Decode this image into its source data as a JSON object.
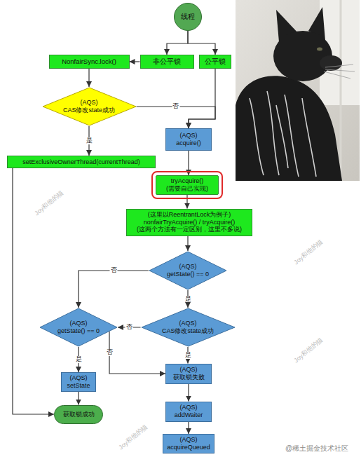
{
  "diagram": {
    "nodes": [
      {
        "text": [
          "线程"
        ]
      },
      {
        "text": [
          "NonfairSync.lock()"
        ]
      },
      {
        "text": [
          "非公平锁"
        ]
      },
      {
        "text": [
          "公平锁"
        ]
      },
      {
        "text": [
          "(AQS)",
          "CAS修改state成功"
        ]
      },
      {
        "text": [
          "setExclusiveOwnerThread(currentThread)"
        ]
      },
      {
        "text": [
          "(AQS)",
          "acquire()"
        ]
      },
      {
        "text": [
          "tryAcquire()",
          "(需要自己实现)"
        ]
      },
      {
        "text": [
          "(这里以ReentrantLock为例子)",
          "nonfairTryAcquire() / tryAcquire()",
          "(这两个方法有一定区别，这里不多说)"
        ]
      },
      {
        "text": [
          "(AQS)",
          "getState() == 0"
        ]
      },
      {
        "text": [
          "(AQS)",
          "getState() == 0"
        ]
      },
      {
        "text": [
          "(AQS)",
          "CAS修改state成功"
        ]
      },
      {
        "text": [
          "(AQS)",
          "setState"
        ]
      },
      {
        "text": [
          "(AQS)",
          "获取锁失败"
        ]
      },
      {
        "text": [
          "获取锁成功"
        ]
      },
      {
        "text": [
          "(AQS)",
          "addWaiter"
        ]
      },
      {
        "text": [
          "(AQS)",
          "acquireQueued"
        ]
      }
    ],
    "edges": [
      {
        "from": 0,
        "to": 2,
        "arrow": "to"
      },
      {
        "from": 0,
        "to": 3,
        "arrow": "to"
      },
      {
        "from": 2,
        "to": 1,
        "arrow": "to"
      },
      {
        "from": 1,
        "to": 4,
        "arrow": "to"
      },
      {
        "from": 4,
        "to": 6,
        "label": "否",
        "arrow": "to"
      },
      {
        "from": 3,
        "to": 6,
        "arrow": "to"
      },
      {
        "from": 4,
        "to": 5,
        "label": "是",
        "arrow": "to"
      },
      {
        "from": 5,
        "to": 14,
        "arrow": "to"
      },
      {
        "from": 6,
        "to": 7,
        "arrow": "to"
      },
      {
        "from": 7,
        "to": 8,
        "arrow": "to"
      },
      {
        "from": 8,
        "to": 9,
        "arrow": "to"
      },
      {
        "from": 9,
        "to": 10,
        "label": "否",
        "arrow": "to"
      },
      {
        "from": 9,
        "to": 11,
        "label": "是",
        "arrow": "to"
      },
      {
        "from": 11,
        "to": 10,
        "label": "否",
        "arrow": "to"
      },
      {
        "from": 10,
        "to": 13,
        "label": "否",
        "arrow": "to"
      },
      {
        "from": 10,
        "to": 12,
        "label": "是",
        "arrow": "to"
      },
      {
        "from": 12,
        "to": 14,
        "arrow": "to"
      },
      {
        "from": 11,
        "to": 13,
        "label": "是",
        "arrow": "to"
      },
      {
        "from": 13,
        "to": 15,
        "arrow": "to"
      },
      {
        "from": 15,
        "to": 16,
        "arrow": "to"
      }
    ],
    "labels": [
      "Joy和他的猫",
      "Joy和他的猫",
      "Joy和他的猫",
      "Joy和他的猫",
      "@稀土掘金技术社区"
    ]
  }
}
